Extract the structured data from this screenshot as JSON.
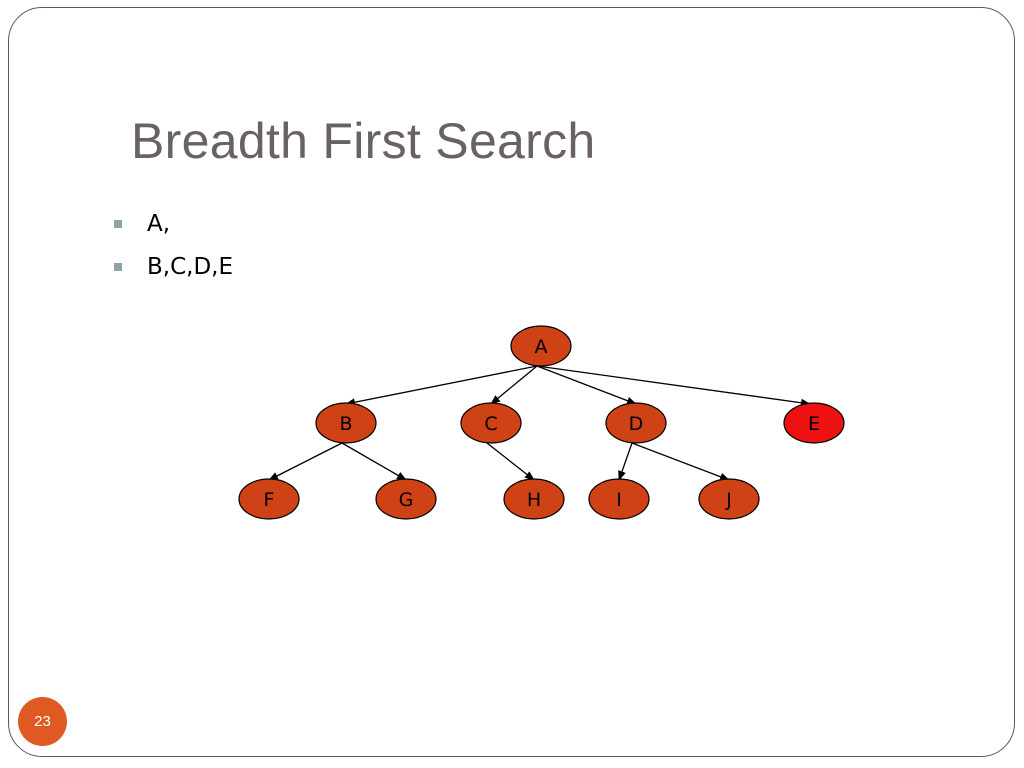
{
  "slide": {
    "title": "Breadth First Search",
    "bullets": [
      "A,",
      "B,C,D,E"
    ],
    "page_number": "23"
  },
  "tree": {
    "nodes": [
      {
        "id": "A",
        "label": "A",
        "state": "visited"
      },
      {
        "id": "B",
        "label": "B",
        "state": "visited"
      },
      {
        "id": "C",
        "label": "C",
        "state": "visited"
      },
      {
        "id": "D",
        "label": "D",
        "state": "visited"
      },
      {
        "id": "E",
        "label": "E",
        "state": "current"
      },
      {
        "id": "F",
        "label": "F",
        "state": "visited"
      },
      {
        "id": "G",
        "label": "G",
        "state": "visited"
      },
      {
        "id": "H",
        "label": "H",
        "state": "visited"
      },
      {
        "id": "I",
        "label": "I",
        "state": "visited"
      },
      {
        "id": "J",
        "label": "J",
        "state": "visited"
      }
    ],
    "edges": [
      [
        "A",
        "B"
      ],
      [
        "A",
        "C"
      ],
      [
        "A",
        "D"
      ],
      [
        "A",
        "E"
      ],
      [
        "B",
        "F"
      ],
      [
        "B",
        "G"
      ],
      [
        "C",
        "H"
      ],
      [
        "D",
        "I"
      ],
      [
        "D",
        "J"
      ]
    ]
  },
  "colors": {
    "node_fill": "#cf4215",
    "current_node_fill": "#ee1111",
    "node_stroke": "#000000",
    "edge": "#000000",
    "title": "#6a6262",
    "bullet_marker": "#8ea3a8",
    "page_badge": "#df5a23"
  }
}
